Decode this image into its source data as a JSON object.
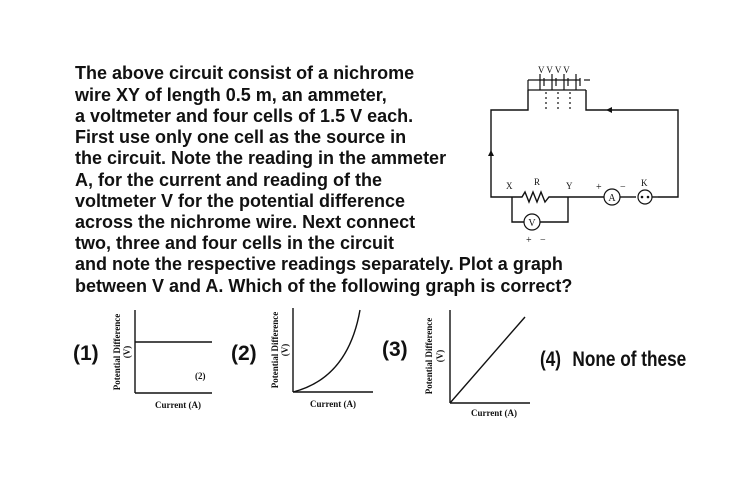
{
  "question": {
    "lines": [
      "The above circuit consist of a nichrome",
      "wire XY of length 0.5 m, an ammeter,",
      "a voltmeter and four cells of 1.5 V each.",
      "First use only one cell as the source in",
      "the circuit. Note the reading in the ammeter",
      "A, for the current and reading of the",
      "voltmeter V for the potential difference",
      "across the nichrome wire. Next connect",
      "two, three and four cells in the circuit",
      "and note the respective readings separately. Plot a graph",
      "between V and A. Which of the following graph is correct?"
    ]
  },
  "circuit": {
    "label_x": "X",
    "label_r": "R",
    "label_y": "Y",
    "label_k": "K",
    "label_a": "A",
    "label_v": "V",
    "battery_top": "V V V V",
    "plus_a": "+",
    "minus_a": "−",
    "plus_v": "+",
    "minus_v": "−"
  },
  "options": [
    {
      "number": "(1)",
      "ylabel_line1": "Potential Difference",
      "ylabel_line2": "(V)",
      "xlabel": "Current (A)",
      "inner_label": "(2)",
      "curve": "horizontal"
    },
    {
      "number": "(2)",
      "ylabel_line1": "Potential Difference",
      "ylabel_line2": "(V)",
      "xlabel": "Current (A)",
      "curve": "concave-up"
    },
    {
      "number": "(3)",
      "ylabel_line1": "Potential Difference",
      "ylabel_line2": "(V)",
      "xlabel": "Current (A)",
      "curve": "straight-line-through-origin"
    },
    {
      "number": "(4)",
      "text": "None of these"
    }
  ]
}
